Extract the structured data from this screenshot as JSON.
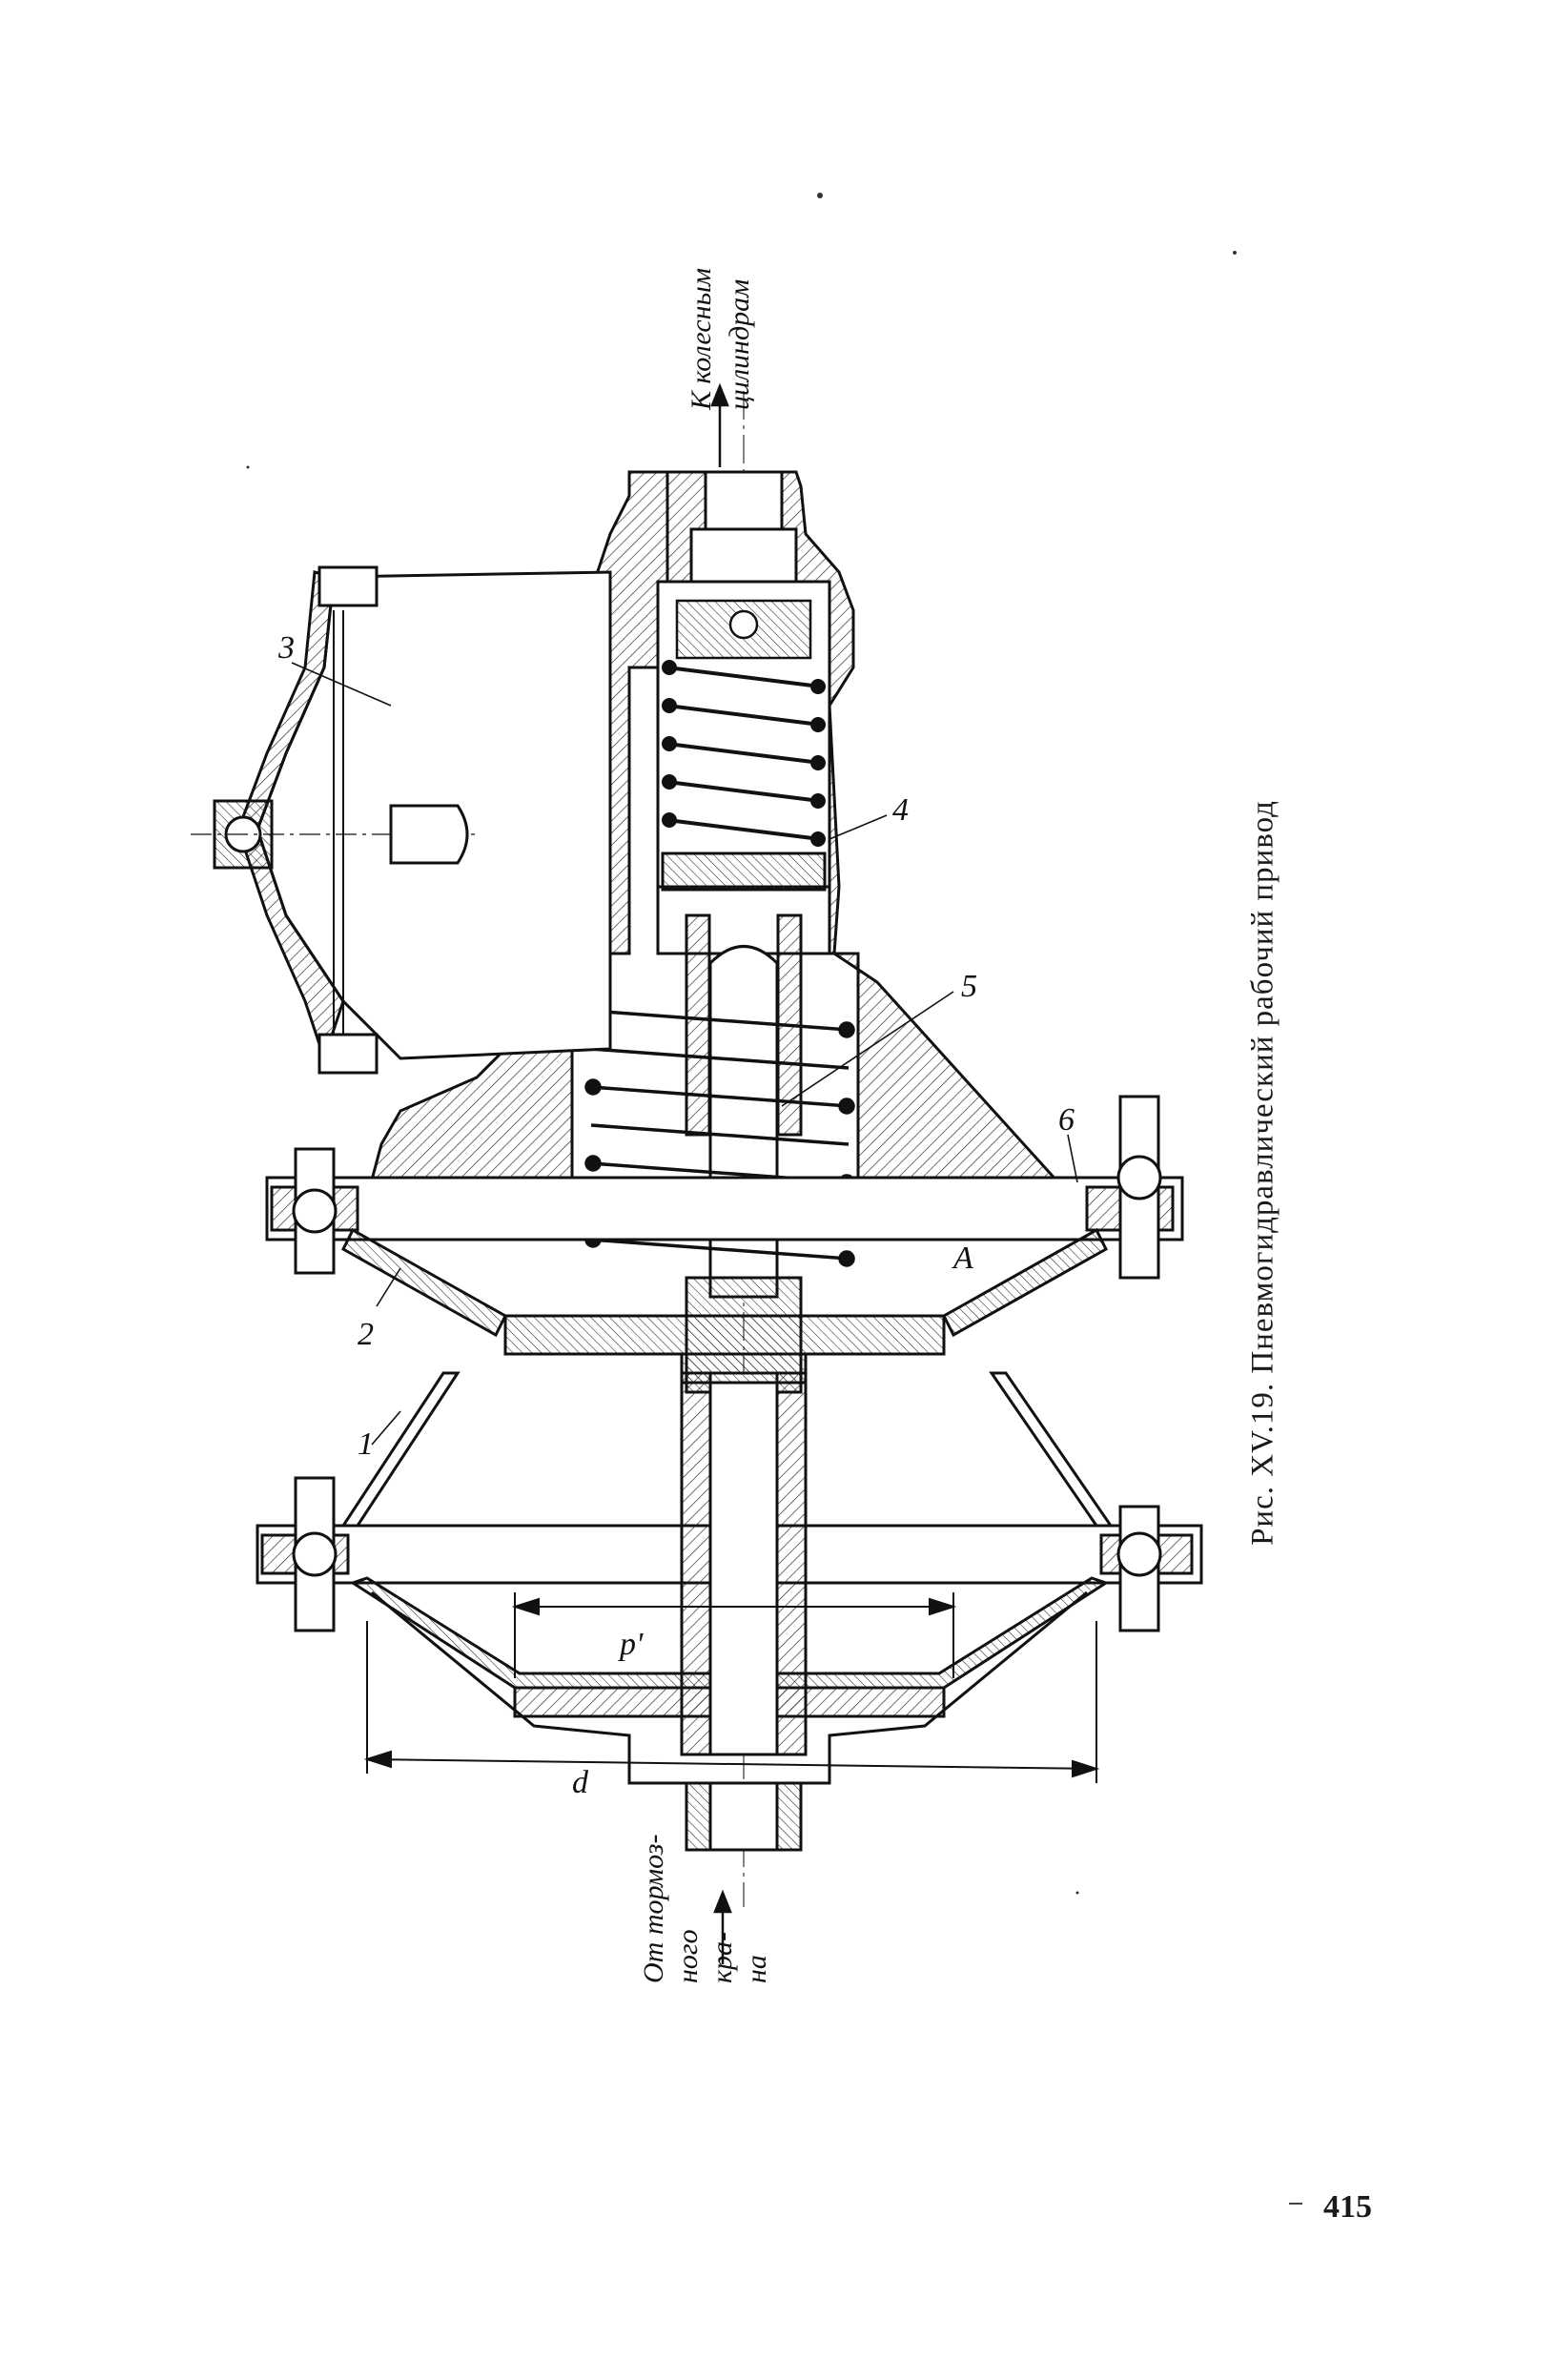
{
  "figure": {
    "caption": "Рис. XV.19. Пневмогидравлический рабочий привод",
    "part_numbers": [
      "1",
      "2",
      "3",
      "4",
      "5",
      "6"
    ],
    "chamber_label": "A",
    "dimension_labels": {
      "piston_diameter": "p'",
      "diaphragm_diameter": "d"
    },
    "outlet_label_line1": "К колесным",
    "outlet_label_line2": "цилиндрам",
    "inlet_label_lines": [
      "От тормоз-",
      "ного",
      "кра-",
      "на"
    ]
  },
  "page_number": "415"
}
